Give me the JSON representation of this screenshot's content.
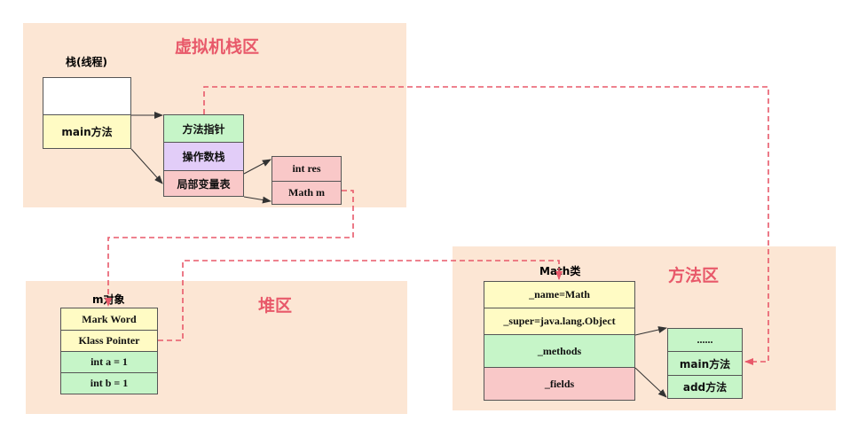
{
  "regions": {
    "stack_area": {
      "title": "虚拟机栈区"
    },
    "heap_area": {
      "title": "堆区"
    },
    "method_area": {
      "title": "方法区"
    }
  },
  "stack": {
    "label": "栈(线程)",
    "frame_label": "main方法"
  },
  "frame": {
    "method_pointer": "方法指针",
    "operand_stack": "操作数栈",
    "local_var_table": "局部变量表"
  },
  "locals": {
    "int_res": "int res",
    "math_m": "Math m"
  },
  "heap_object": {
    "label": "m对象",
    "mark_word": "Mark Word",
    "klass_pointer": "Klass Pointer",
    "int_a": "int a = 1",
    "int_b": "int b = 1"
  },
  "math_class": {
    "label": "Math类",
    "name": "_name=Math",
    "super": "_super=java.lang.Object",
    "methods": "_methods",
    "fields": "_fields"
  },
  "methods_list": {
    "ellipsis": "......",
    "main_method": "main方法",
    "add_method": "add方法"
  },
  "colors": {
    "region_bg": "#fce6d4",
    "title_red": "#e8596a",
    "yellow": "#fffbc4",
    "green": "#c6f5c8",
    "purple": "#e2cdf8",
    "pink": "#f9c8c8",
    "dashed_red": "#e8596a"
  }
}
